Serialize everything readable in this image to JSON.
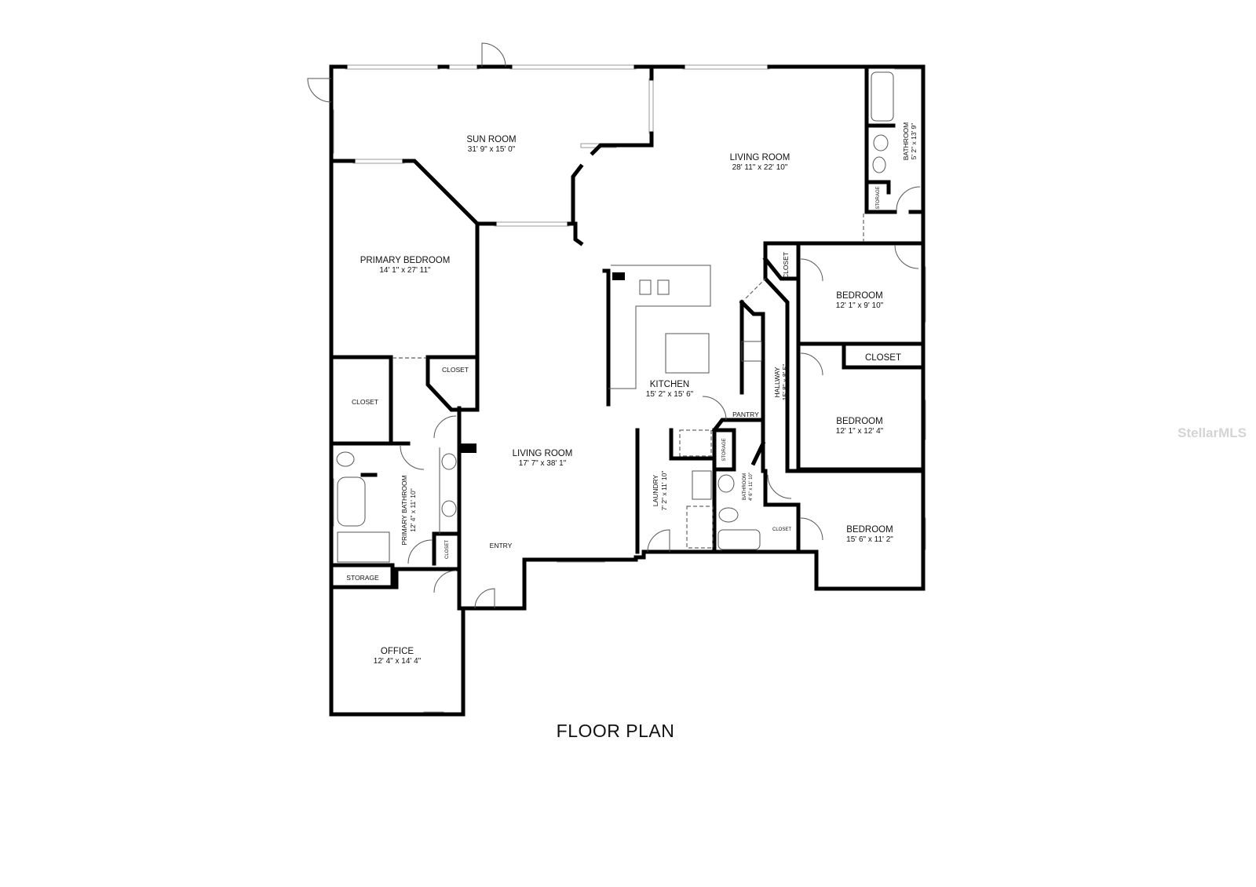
{
  "title": "FLOOR PLAN",
  "watermark": "StellarMLS",
  "rooms": {
    "sun_room": {
      "name": "SUN ROOM",
      "dims": "31' 9\" x 15' 0\""
    },
    "living_room_back": {
      "name": "LIVING ROOM",
      "dims": "28' 11\" x 22' 10\""
    },
    "bathroom_1": {
      "name": "BATHROOM",
      "dims": "5' 2\" x 13' 9\""
    },
    "storage_1": {
      "name": "STORAGE"
    },
    "primary_bedroom": {
      "name": "PRIMARY BEDROOM",
      "dims": "14' 1\" x 27' 11\""
    },
    "closet_a": {
      "name": "CLOSET"
    },
    "bedroom_1": {
      "name": "BEDROOM",
      "dims": "12' 1\" x 9' 10\""
    },
    "kitchen": {
      "name": "KITCHEN",
      "dims": "15' 2\" x 15' 6\""
    },
    "pantry": {
      "name": "PANTRY"
    },
    "hallway": {
      "name": "HALLWAY",
      "dims": "15' 8\" x 8' 5\""
    },
    "closet_b": {
      "name": "CLOSET"
    },
    "bedroom_2": {
      "name": "BEDROOM",
      "dims": "12' 1\" x 12' 4\""
    },
    "closet_c": {
      "name": "CLOSET"
    },
    "closet_d": {
      "name": "CLOSET"
    },
    "living_room_front": {
      "name": "LIVING ROOM",
      "dims": "17' 7\" x 38' 1\""
    },
    "storage_2": {
      "name": "STORAGE"
    },
    "bathroom_2": {
      "name": "BATHROOM",
      "dims": "4' 6\" x 11' 10\""
    },
    "laundry": {
      "name": "LAUNDRY",
      "dims": "7' 2\" x 11' 10\""
    },
    "primary_bathroom": {
      "name": "PRIMARY BATHROOM",
      "dims": "12' 4\" x 11' 10\""
    },
    "closet_e": {
      "name": "CLOSET"
    },
    "closet_f": {
      "name": "CLOSET"
    },
    "bedroom_3": {
      "name": "BEDROOM",
      "dims": "15' 6\" x 11' 2\""
    },
    "entry": {
      "name": "ENTRY"
    },
    "storage_3": {
      "name": "STORAGE"
    },
    "office": {
      "name": "OFFICE",
      "dims": "12' 4\" x 14' 4\""
    }
  }
}
